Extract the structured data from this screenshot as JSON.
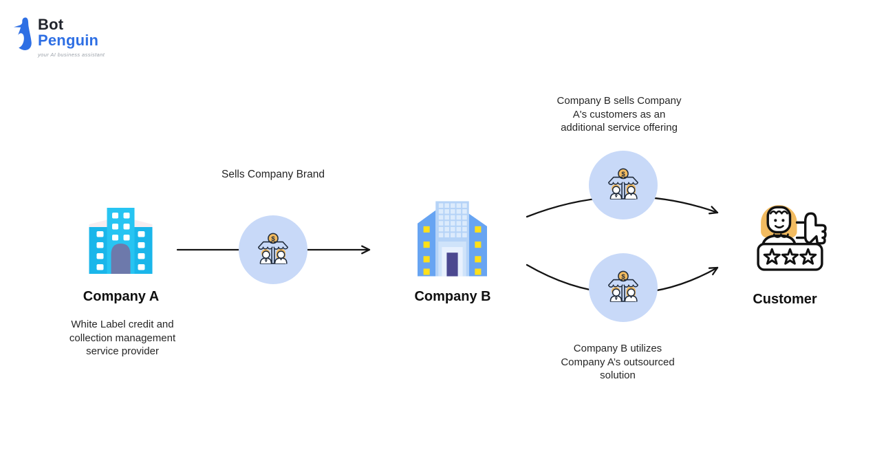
{
  "logo": {
    "name_top": "Bot",
    "name_bottom": "Penguin",
    "tagline": "your AI business assistant"
  },
  "colors": {
    "brand_blue": "#2e6fe4",
    "bubble_fill": "#c8d9f8",
    "accent_orange": "#f2bb60",
    "arrow_black": "#141414",
    "building_a_tower": "#27c4f2",
    "building_a_wing": "#1ab6ea",
    "building_a_door": "#6d79ab",
    "building_b_wing": "#67a4f2",
    "building_b_tower": "#b5d3f7",
    "building_b_door": "#4b4890",
    "window_yellow": "#ffe01a"
  },
  "icons": {
    "storefront": "marketplace-partners-stall",
    "coin_symbol": "$",
    "company_a": "cyan-office-building",
    "company_b": "blue-office-building",
    "customer": "customer-rating-thumbs-up"
  },
  "nodes": {
    "company_a": {
      "label": "Company A",
      "description": "White Label credit and\ncollection management\nservice provider"
    },
    "company_b": {
      "label": "Company B"
    },
    "customer": {
      "label": "Customer"
    }
  },
  "edges": {
    "a_to_b": {
      "label": "Sells Company Brand"
    },
    "b_to_customer_top": {
      "label": "Company B sells Company\nA's customers as an\nadditional service offering"
    },
    "b_to_customer_bottom": {
      "label": "Company B utilizes\nCompany A’s outsourced\nsolution"
    }
  }
}
